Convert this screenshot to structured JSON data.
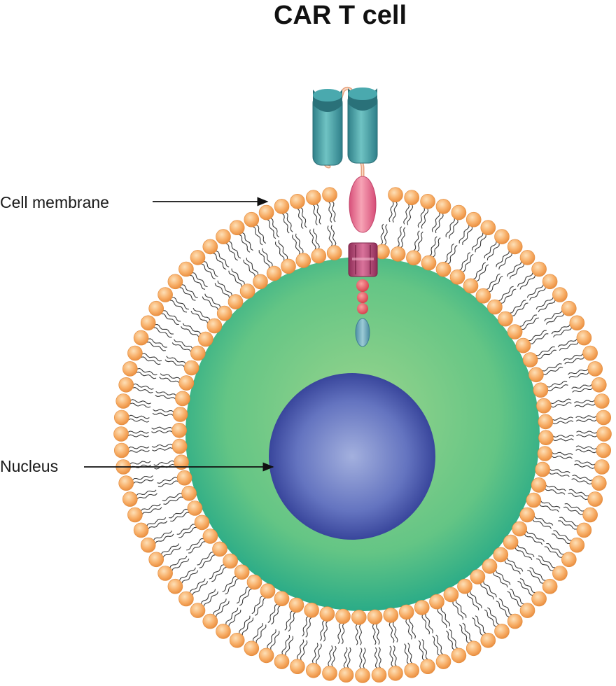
{
  "title": "CAR T cell",
  "labels": {
    "cell_membrane": "Cell membrane",
    "nucleus": "Nucleus"
  },
  "colors": {
    "lipid_head": "#f6a85a",
    "lipid_tail": "#3a3a3a",
    "cytoplasm_center": "#8dd18a",
    "cytoplasm_edge": "#2fae86",
    "nucleus_center": "#9aa8dc",
    "nucleus_edge": "#2c3a96",
    "scfv": "#3e9aa0",
    "linker": "#e6a27e",
    "hinge": "#e86f8c",
    "transmembrane": "#b5416e",
    "signal_domain": "#e24a56",
    "tail_domain": "#5f9fb3"
  },
  "icons": [
    "car-receptor-icon"
  ]
}
